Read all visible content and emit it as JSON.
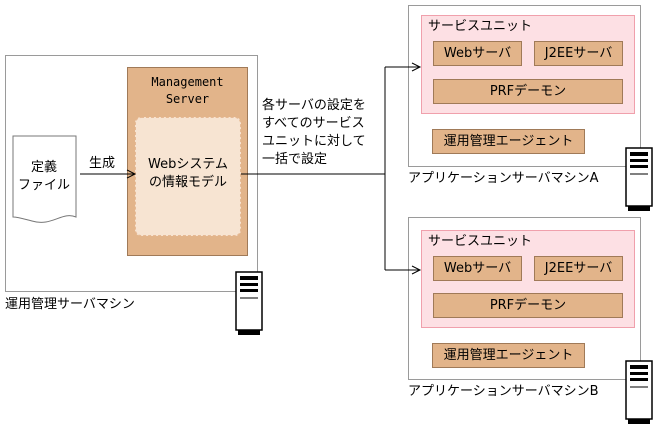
{
  "management_machine": {
    "label": "運用管理サーバマシン",
    "management_server": {
      "line1": "Management",
      "line2": "Server"
    },
    "info_model": {
      "line1": "Webシステム",
      "line2": "の情報モデル"
    }
  },
  "definition_file": {
    "line1": "定義",
    "line2": "ファイル"
  },
  "generate_label": "生成",
  "bulk_config_note": {
    "line1": "各サーバの設定を",
    "line2": "すべてのサービス",
    "line3": "ユニットに対して",
    "line4": "一括で設定"
  },
  "machine_a": {
    "label": "アプリケーションサーバマシンA",
    "service_unit": {
      "title": "サービスユニット",
      "web_server": "Webサーバ",
      "j2ee_server": "J2EEサーバ",
      "prf_daemon": "PRFデーモン"
    },
    "agent": "運用管理エージェント"
  },
  "machine_b": {
    "label": "アプリケーションサーバマシンB",
    "service_unit": {
      "title": "サービスユニット",
      "web_server": "Webサーバ",
      "j2ee_server": "J2EEサーバ",
      "prf_daemon": "PRFデーモン"
    },
    "agent": "運用管理エージェント"
  },
  "colors": {
    "tan_fill": "#e2b48a",
    "tan_inner": "#f7e4d2",
    "service_unit_fill": "#fde0e4",
    "service_unit_border": "#f0a0ac"
  }
}
